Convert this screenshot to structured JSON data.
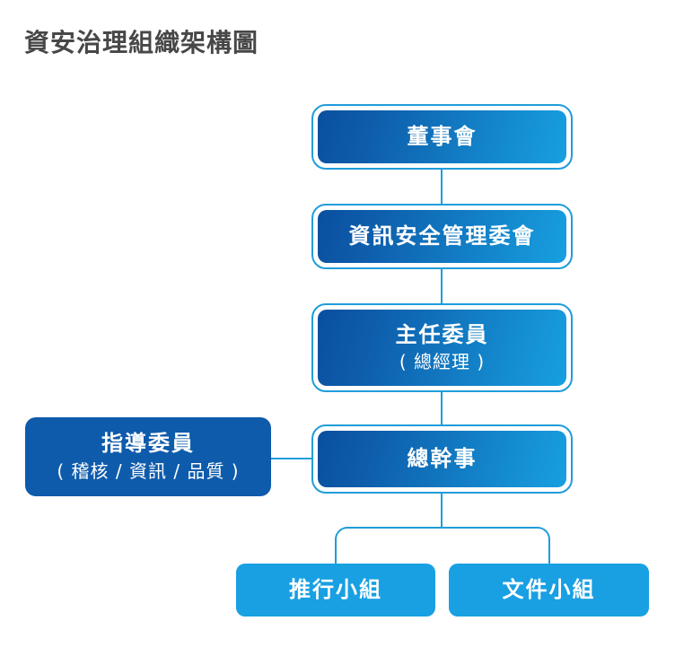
{
  "title": "資安治理組織架構圖",
  "nodes": [
    {
      "id": "board",
      "label": "董事會",
      "style": "gradient"
    },
    {
      "id": "isms-committee",
      "label": "資訊安全管理委會",
      "style": "gradient"
    },
    {
      "id": "chief-commissioner",
      "label": "主任委員",
      "sublabel": "( 總經理 )",
      "style": "gradient"
    },
    {
      "id": "secretary-general",
      "label": "總幹事",
      "style": "gradient"
    },
    {
      "id": "steering-committee",
      "label": "指導委員",
      "sublabel": "( 稽核 / 資訊 / 品質 )",
      "style": "solid-dark"
    },
    {
      "id": "implementation-team",
      "label": "推行小組",
      "style": "solid-light"
    },
    {
      "id": "documentation-team",
      "label": "文件小組",
      "style": "solid-light"
    }
  ],
  "colors": {
    "connector_line": "#1f9dda",
    "gradient_start": "#0a4f9f",
    "gradient_end": "#17a0e0",
    "solid_dark_box": "#0e5bab",
    "solid_light_box": "#18a0e2",
    "title_text": "#474747",
    "label_text": "#ffffff"
  }
}
